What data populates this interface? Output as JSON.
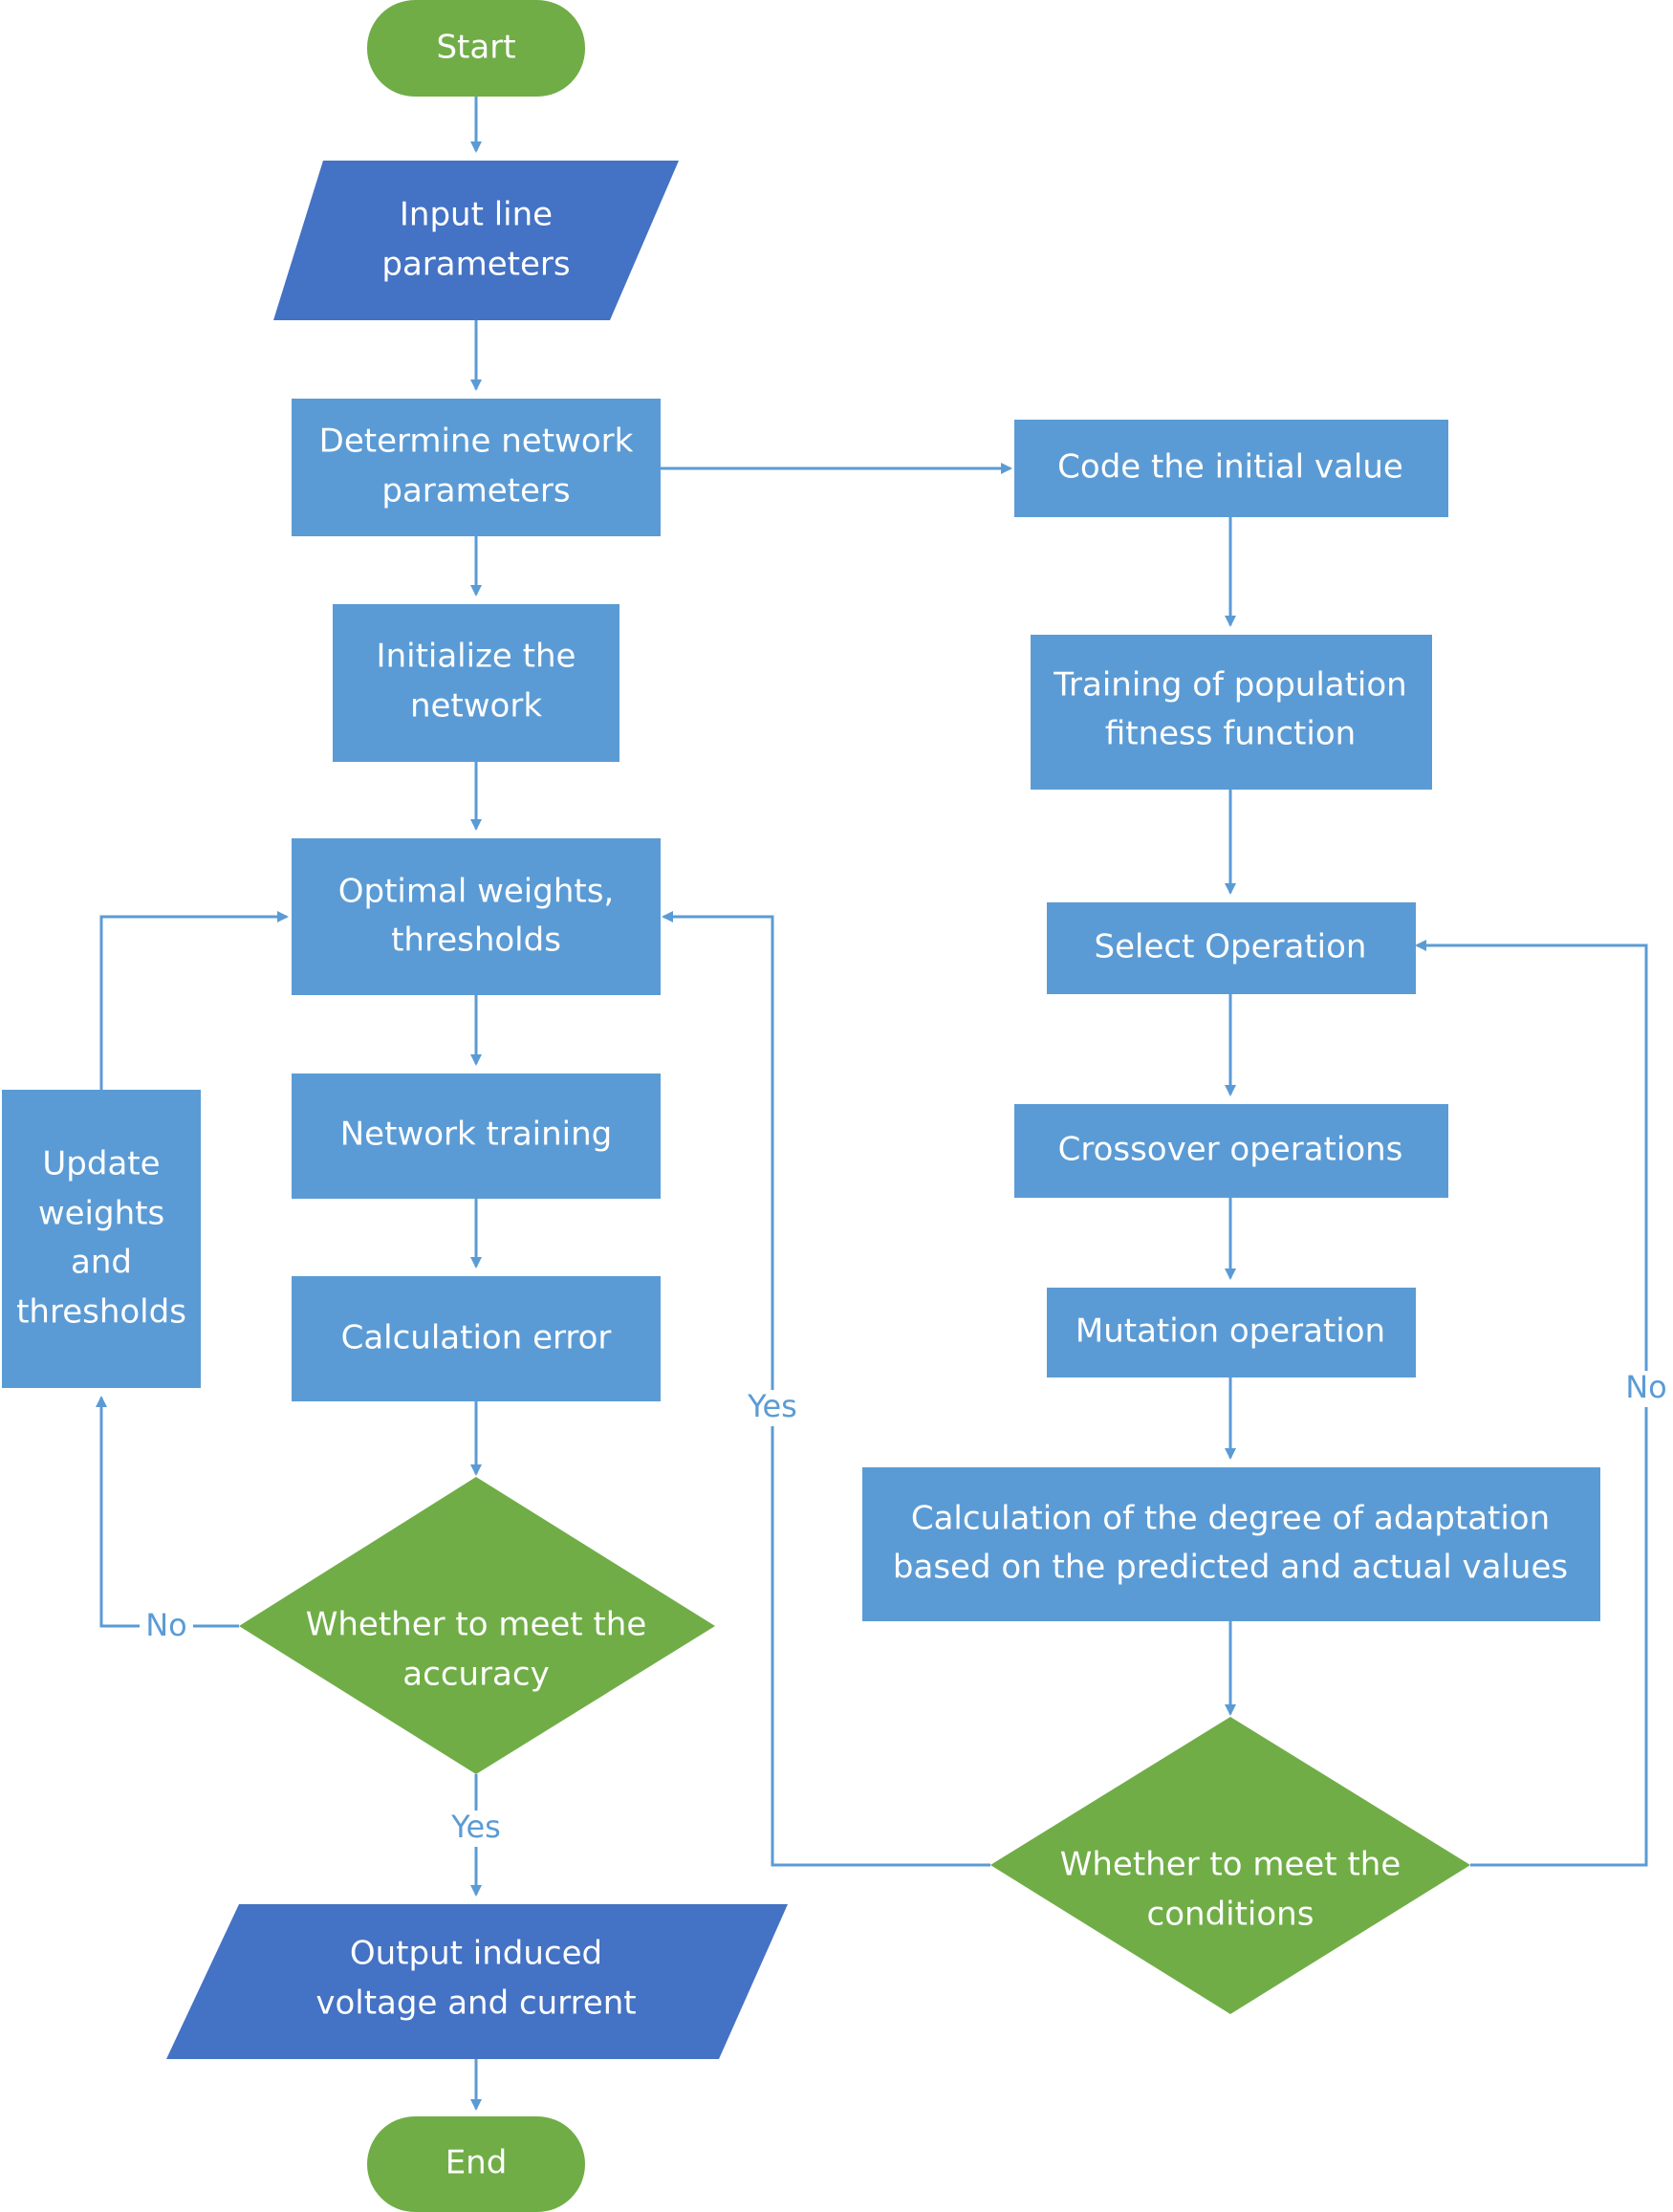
{
  "colors": {
    "terminal": "#70ad47",
    "decision": "#70ad47",
    "io": "#4472c4",
    "process": "#5b9bd5",
    "edge": "#5b9bd5",
    "node_text": "#ffffff"
  },
  "nodes": {
    "start": {
      "lines": [
        "Start"
      ]
    },
    "input_params": {
      "lines": [
        "Input line",
        "parameters"
      ]
    },
    "determine_network": {
      "lines": [
        "Determine network",
        "parameters"
      ]
    },
    "initialize_network": {
      "lines": [
        "Initialize the",
        "network"
      ]
    },
    "optimal_weights": {
      "lines": [
        "Optimal weights,",
        "thresholds"
      ]
    },
    "network_training": {
      "lines": [
        "Network training"
      ]
    },
    "calculation_error": {
      "lines": [
        "Calculation error"
      ]
    },
    "accuracy_decision": {
      "lines": [
        "Whether to meet the",
        "accuracy"
      ]
    },
    "update_weights": {
      "lines": [
        "Update",
        "weights",
        "and",
        "thresholds"
      ]
    },
    "output_voltage": {
      "lines": [
        "Output induced",
        "voltage and current"
      ]
    },
    "end": {
      "lines": [
        "End"
      ]
    },
    "code_initial": {
      "lines": [
        "Code the initial value"
      ]
    },
    "training_population": {
      "lines": [
        "Training of population",
        "fitness function"
      ]
    },
    "select_operation": {
      "lines": [
        "Select Operation"
      ]
    },
    "crossover": {
      "lines": [
        "Crossover operations"
      ]
    },
    "mutation": {
      "lines": [
        "Mutation operation"
      ]
    },
    "calc_adaptation": {
      "lines": [
        "Calculation of the degree of adaptation",
        "based on the predicted and actual values"
      ]
    },
    "conditions_decision": {
      "lines": [
        "Whether to meet the",
        "conditions"
      ]
    }
  },
  "edge_labels": {
    "accuracy_no": "No",
    "accuracy_yes": "Yes",
    "conditions_yes": "Yes",
    "conditions_no": "No"
  }
}
